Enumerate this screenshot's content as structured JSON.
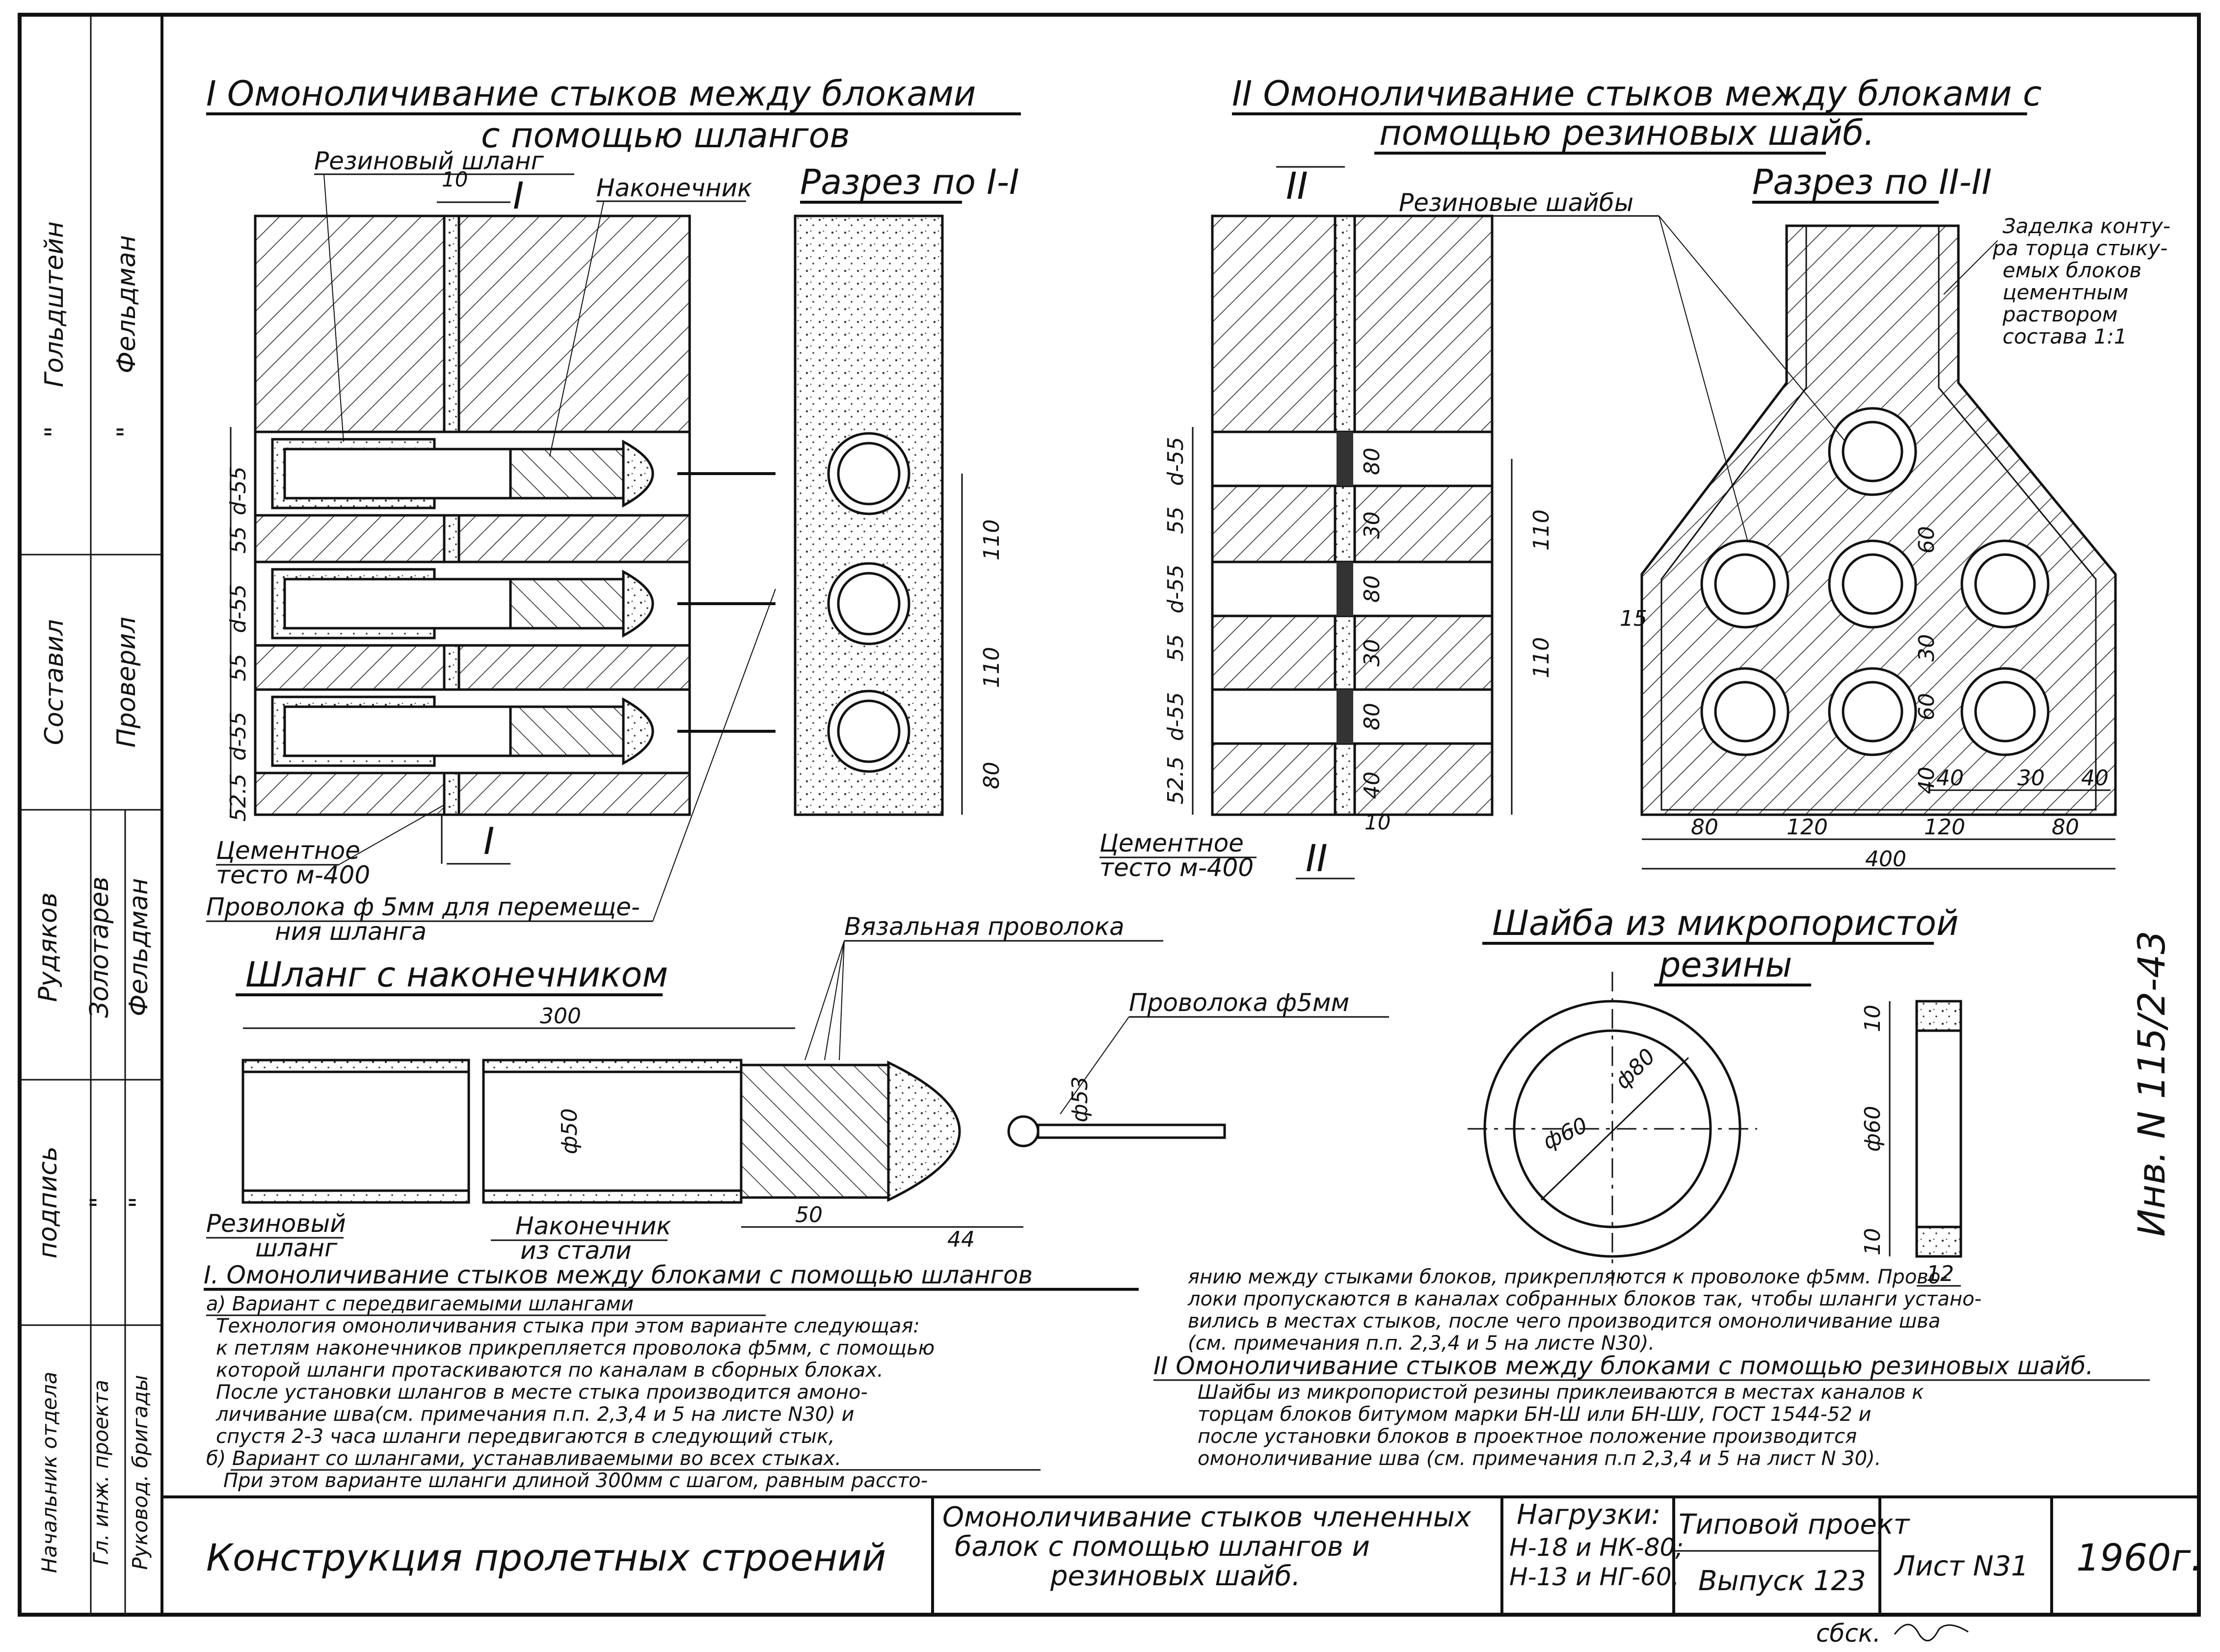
{
  "sec1": {
    "title_l1": "I Омоноличивание стыков между блоками",
    "title_l2": "с помощью шлангов",
    "lbl_hose": "Резиновый шланг",
    "lbl_tip": "Наконечник",
    "lbl_10": "10",
    "lbl_i": "I",
    "lbl_cement_l1": "Цементное",
    "lbl_cement_l2": "тесто м-400",
    "lbl_wire_l1": "Проволока ф 5мм для перемеще-",
    "lbl_wire_l2": "ния шланга",
    "dims_left": [
      "d-55",
      "55",
      "d-55",
      "55",
      "d-55",
      "52.5"
    ]
  },
  "sec1_cut": {
    "title": "Разрез по I-I",
    "dims": [
      "110",
      "110",
      "80"
    ]
  },
  "sec2": {
    "title_l1": "II Омоноличивание стыков между блоками с",
    "title_l2": "помощью резиновых шайб.",
    "lbl_washers": "Резиновые шайбы",
    "lbl_ii": "II",
    "dims_left": [
      "d-55",
      "55",
      "d-55",
      "55",
      "d-55",
      "52.5"
    ],
    "dims_inner": [
      "80",
      "30",
      "80",
      "30",
      "80",
      "40"
    ],
    "dims_right": [
      "110",
      "110"
    ],
    "lbl_cement_l1": "Цементное",
    "lbl_cement_l2": "тесто м-400",
    "lbl_10": "10"
  },
  "sec2_cut": {
    "title": "Разрез по II-II",
    "note_l1": "Заделка конту-",
    "note_l2": "ра торца стыку-",
    "note_l3": "емых блоков",
    "note_l4": "цементным",
    "note_l5": "раствором",
    "note_l6": "состава 1:1",
    "dim_15": "15",
    "dims_v": [
      "60",
      "30",
      "60",
      "40"
    ],
    "dims_top": [
      "40",
      "30",
      "40"
    ],
    "dims_bottom": [
      "80",
      "120",
      "120",
      "80"
    ],
    "dim_total": "400"
  },
  "hose": {
    "title": "Шланг с наконечником",
    "lbl_tie": "Вязальная проволока",
    "lbl_wire": "Проволока ф5мм",
    "dim_300": "300",
    "dim_d50": "ф50",
    "dim_d53": "ф53",
    "dim_50": "50",
    "dim_44": "44",
    "lbl_hose_l1": "Резиновый",
    "lbl_hose_l2": "шланг",
    "lbl_tip_l1": "Наконечник",
    "lbl_tip_l2": "из стали"
  },
  "washer": {
    "title_l1": "Шайба из микропористой",
    "title_l2": "резины",
    "dim_d80": "ф80",
    "dim_d60": "ф60",
    "dim_d60_side": "ф60",
    "dim_10a": "10",
    "dim_10b": "10",
    "dim_12": "12"
  },
  "inv": "Инв. N 115/2-43",
  "notes_left": {
    "heading": "I. Омоноличивание стыков между блоками с помощью шлангов",
    "a": "а) Вариант с передвигаемыми шлангами",
    "l1": "Технология омоноличивания стыка при этом варианте следующая:",
    "l2": "к петлям наконечников прикрепляется проволока ф5мм, с помощью",
    "l3": "которой шланги протаскиваются по каналам в сборных блоках.",
    "l4": "После установки шлангов в месте стыка производится амоно-",
    "l5": "личивание шва(см. примечания п.п. 2,3,4 и 5 на листе N30) и",
    "l6": "спустя 2-3 часа шланги передвигаются в следующий стык,",
    "b": "б) Вариант со шлангами, устанавливаемыми во всех стыках.",
    "l7": "При этом варианте шланги длиной 300мм с шагом, равным рассто-"
  },
  "notes_right": {
    "l1": "янию между стыками блоков, прикрепляются к проволоке ф5мм. Прово-",
    "l2": "локи пропускаются в каналах собранных блоков так, чтобы шланги устано-",
    "l3": "вились в местах стыков, после чего производится омоноличивание шва",
    "l4": "(см. примечания п.п. 2,3,4 и 5 на листе N30).",
    "heading": "II Омоноличивание стыков между блоками с помощью резиновых шайб.",
    "l5": "Шайбы из микропористой резины приклеиваются в местах каналов к",
    "l6": "торцам блоков битумом марки БН-Ш или БН-ШУ, ГОСТ 1544-52 и",
    "l7": "после установки блоков в проектное положение производится",
    "l8": "омоноличивание шва (см. примечания п.п 2,3,4 и 5 на лист N 30)."
  },
  "side": {
    "r1": [
      "Гольдштейн",
      "Фельдман"
    ],
    "r2": [
      "\"",
      "\""
    ],
    "r3": [
      "Составил",
      "Проверил"
    ],
    "r4": [
      "Рудяков",
      "Золотарев",
      "Фельдман"
    ],
    "r5": [
      "подпись",
      "\"",
      "\""
    ],
    "r6": [
      "Начальник отдела",
      "Гл. инж. проекта",
      "Руковод. бригады"
    ]
  },
  "stamp": {
    "main": "Конструкция пролетных строений",
    "desc_l1": "Омоноличивание стыков члененных",
    "desc_l2": "балок с помощью шлангов и",
    "desc_l3": "резиновых шайб.",
    "loads_h": "Нагрузки:",
    "loads_1": "Н-18 и НК-80;",
    "loads_2": "Н-13 и НГ-60.",
    "proj_h": "Типовой проект",
    "proj_v": "Выпуск 123",
    "sheet": "Лист N31",
    "year": "1960г."
  },
  "footer": "сбск."
}
